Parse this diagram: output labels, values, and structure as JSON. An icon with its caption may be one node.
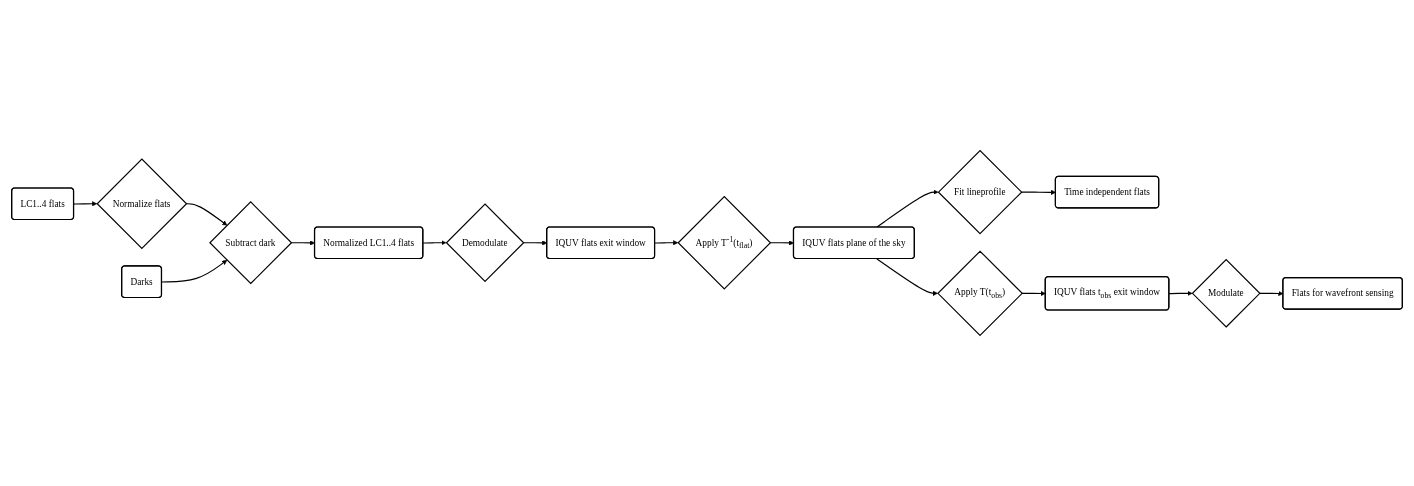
{
  "diagram": {
    "nodes": [
      {
        "text": [
          "LC1..4 flats"
        ]
      },
      {
        "text": [
          "Normalize flats"
        ]
      },
      {
        "text": [
          "Darks"
        ]
      },
      {
        "text": [
          "Subtract dark"
        ]
      },
      {
        "text": [
          "Normalized LC1..4 flats"
        ]
      },
      {
        "text": [
          "Demodulate"
        ]
      },
      {
        "text": [
          "IQUV flats exit window"
        ]
      },
      {
        "text": [
          "Apply T$^{-1}$(t$_{flat}$)"
        ]
      },
      {
        "text": [
          "IQUV flats plane of the sky"
        ]
      },
      {
        "text": [
          "Fit lineprofile"
        ]
      },
      {
        "text": [
          "Time independent flats"
        ]
      },
      {
        "text": [
          "Apply T(t$_{obs}$)"
        ]
      },
      {
        "text": [
          "IQUV flats t$_{obs}$ exit window"
        ]
      },
      {
        "text": [
          "Modulate"
        ]
      },
      {
        "text": [
          "Flats for wavefront sensing"
        ]
      }
    ],
    "edges": [
      {
        "from": 0,
        "to": 1,
        "arrow": "to"
      },
      {
        "from": 1,
        "to": 3,
        "arrow": "to"
      },
      {
        "from": 2,
        "to": 3,
        "arrow": "to"
      },
      {
        "from": 3,
        "to": 4,
        "arrow": "to"
      },
      {
        "from": 4,
        "to": 5,
        "arrow": "to"
      },
      {
        "from": 5,
        "to": 6,
        "arrow": "to"
      },
      {
        "from": 6,
        "to": 7,
        "arrow": "to"
      },
      {
        "from": 7,
        "to": 8,
        "arrow": "to"
      },
      {
        "from": 8,
        "to": 9,
        "arrow": "to"
      },
      {
        "from": 9,
        "to": 10,
        "arrow": "to"
      },
      {
        "from": 8,
        "to": 11,
        "arrow": "to"
      },
      {
        "from": 11,
        "to": 12,
        "arrow": "to"
      },
      {
        "from": 12,
        "to": 13,
        "arrow": "to"
      },
      {
        "from": 13,
        "to": 14,
        "arrow": "to"
      }
    ]
  }
}
